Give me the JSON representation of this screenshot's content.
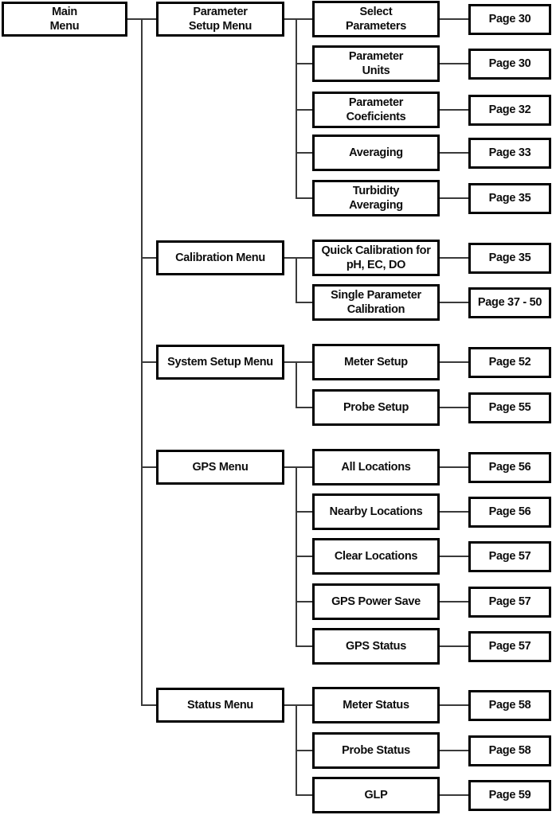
{
  "diagram": {
    "title": "Menu tree flowchart",
    "root": {
      "label": [
        "Main",
        "Menu"
      ]
    },
    "branches": [
      {
        "menu": {
          "label": [
            "Parameter",
            "Setup Menu"
          ]
        },
        "items": [
          {
            "label": [
              "Select",
              "Parameters"
            ],
            "page": "Page 30"
          },
          {
            "label": [
              "Parameter",
              "Units"
            ],
            "page": "Page 30"
          },
          {
            "label": [
              "Parameter",
              "Coeficients"
            ],
            "page": "Page 32"
          },
          {
            "label": [
              "Averaging"
            ],
            "page": "Page 33"
          },
          {
            "label": [
              "Turbidity",
              "Averaging"
            ],
            "page": "Page 35"
          }
        ]
      },
      {
        "menu": {
          "label": [
            "Calibration Menu"
          ]
        },
        "items": [
          {
            "label": [
              "Quick Calibration for",
              "pH, EC, DO"
            ],
            "page": "Page 35"
          },
          {
            "label": [
              "Single Parameter",
              "Calibration"
            ],
            "page": "Page 37 - 50"
          }
        ]
      },
      {
        "menu": {
          "label": [
            "System Setup Menu"
          ]
        },
        "items": [
          {
            "label": [
              "Meter Setup"
            ],
            "page": "Page 52"
          },
          {
            "label": [
              "Probe Setup"
            ],
            "page": "Page 55"
          }
        ]
      },
      {
        "menu": {
          "label": [
            "GPS Menu"
          ]
        },
        "items": [
          {
            "label": [
              "All Locations"
            ],
            "page": "Page 56"
          },
          {
            "label": [
              "Nearby Locations"
            ],
            "page": "Page 56"
          },
          {
            "label": [
              "Clear Locations"
            ],
            "page": "Page 57"
          },
          {
            "label": [
              "GPS Power Save"
            ],
            "page": "Page 57"
          },
          {
            "label": [
              "GPS Status"
            ],
            "page": "Page 57"
          }
        ]
      },
      {
        "menu": {
          "label": [
            "Status Menu"
          ]
        },
        "items": [
          {
            "label": [
              "Meter Status"
            ],
            "page": "Page 58"
          },
          {
            "label": [
              "Probe Status"
            ],
            "page": "Page 58"
          },
          {
            "label": [
              "GLP"
            ],
            "page": "Page 59"
          }
        ]
      }
    ]
  }
}
